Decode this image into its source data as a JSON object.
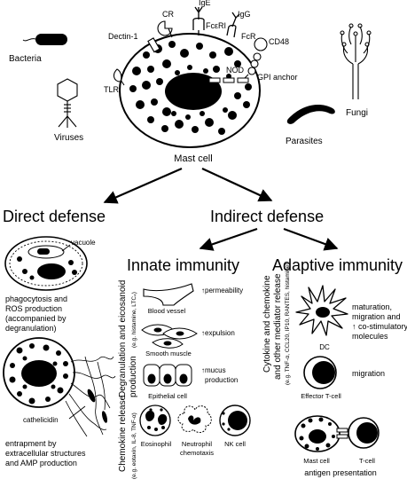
{
  "pathogens": {
    "bacteria": "Bacteria",
    "viruses": "Viruses",
    "fungi": "Fungi",
    "parasites": "Parasites"
  },
  "receptors": {
    "dectin": "Dectin-1",
    "cr": "CR",
    "ige": "IgE",
    "fceri": "FcεRI",
    "igg": "IgG",
    "fcr": "FcR",
    "cd48": "CD48",
    "tlr": "TLR",
    "nod": "NOD",
    "gpi": "GPI anchor"
  },
  "mast_cell_title": "Mast cell",
  "branches": {
    "direct": "Direct defense",
    "indirect": "Indirect defense",
    "innate": "Innate immunity",
    "adaptive": "Adaptive immunity"
  },
  "direct": {
    "vacuole": "vacuole",
    "phago": [
      "phagocytosis and",
      "ROS production",
      "(accompanied by",
      "degranulation)"
    ],
    "cathelicidin": "cathelicidin",
    "entrapment": [
      "entrapment by",
      "extracellular structures",
      "and AMP production"
    ]
  },
  "innate": {
    "side_main": [
      "Degranulation and eicosanoid",
      "production"
    ],
    "side_example": "(e.g. histamine, LTC₄)",
    "blood_vessel": "Blood vessel",
    "permeability": "↑permeability",
    "smooth_muscle": "Smooth muscle",
    "expulsion": "↑expulsion",
    "epithelial": "Epithelial cell",
    "mucus": [
      "↑mucus",
      "production"
    ],
    "chemokine_main": "Chemokine release",
    "chemokine_example": "(e.g. eotaxin, IL-8, TNF-α)",
    "eosinophil": "Eosinophil",
    "neutrophil": [
      "Neutrophil",
      "chemotaxis"
    ],
    "nk": "NK cell"
  },
  "adaptive": {
    "side_main": [
      "Cytokine and chemokine",
      "and other mediator release"
    ],
    "side_example": "(e.g. TNF-α, CCL20, IP10, RANTES, histamine)",
    "maturation": [
      "maturation,",
      "migration and",
      "↑ co-stimulatory",
      "molecules"
    ],
    "dc": "DC",
    "migration": "migration",
    "effector": "Effector T-cell",
    "mast": "Mast cell",
    "tcell": "T-cell",
    "antigen": "antigen presentation"
  }
}
